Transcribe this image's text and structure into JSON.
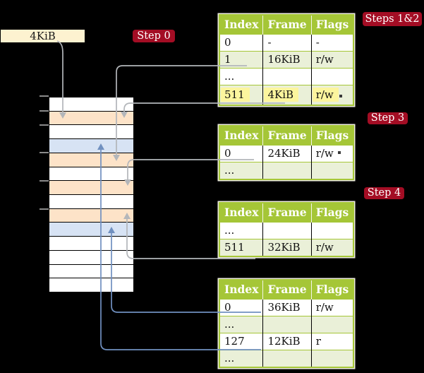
{
  "frame_label": {
    "text": "4KiB"
  },
  "badges": {
    "step0": "Step 0",
    "steps12": "Steps 1&2",
    "step3": "Step 3",
    "step4": "Step 4"
  },
  "colors": {
    "background": "#000000",
    "table_header_bg": "#a5c637",
    "table_border": "#a5c637",
    "table_alt_row_bg": "#eaf0d8",
    "highlight_bg": "#fcf59e",
    "badge_bg": "#a30d24",
    "badge_text": "#ffffff",
    "frame_label_bg": "#fdf2d0",
    "memory_orange_row": "#fde3c8",
    "memory_blue_row": "#d7e3f4",
    "arrow_gray": "#b3b6ba",
    "arrow_blue": "#7090c0"
  },
  "memory": {
    "rows": [
      "white",
      "orange",
      "white",
      "blue",
      "orange",
      "white",
      "orange",
      "white",
      "orange",
      "blue",
      "white",
      "white",
      "white",
      "white"
    ],
    "tick_ys": [
      135,
      156,
      176,
      215,
      255,
      295
    ]
  },
  "tables": [
    {
      "name": "page-table-steps-1-2",
      "headers": [
        "Index",
        "Frame",
        "Flags"
      ],
      "rows": [
        {
          "cells": [
            "0",
            "-",
            "-"
          ],
          "highlight": false
        },
        {
          "cells": [
            "1",
            "16KiB",
            "r/w"
          ],
          "highlight": false
        },
        {
          "cells": [
            "...",
            "",
            ""
          ],
          "highlight": false
        },
        {
          "cells": [
            "511",
            "4KiB",
            "r/w"
          ],
          "highlight": true
        }
      ]
    },
    {
      "name": "page-table-step-3",
      "headers": [
        "Index",
        "Frame",
        "Flags"
      ],
      "rows": [
        {
          "cells": [
            "0",
            "24KiB",
            "r/w"
          ],
          "highlight": false
        },
        {
          "cells": [
            "...",
            "",
            ""
          ],
          "highlight": false
        }
      ]
    },
    {
      "name": "page-table-step-4",
      "headers": [
        "Index",
        "Frame",
        "Flags"
      ],
      "rows": [
        {
          "cells": [
            "...",
            "",
            ""
          ],
          "highlight": false
        },
        {
          "cells": [
            "511",
            "32KiB",
            "r/w"
          ],
          "highlight": false
        }
      ]
    },
    {
      "name": "page-table-final",
      "headers": [
        "Index",
        "Frame",
        "Flags"
      ],
      "rows": [
        {
          "cells": [
            "0",
            "36KiB",
            "r/w"
          ],
          "highlight": false
        },
        {
          "cells": [
            "...",
            "",
            ""
          ],
          "highlight": false
        },
        {
          "cells": [
            "127",
            "12KiB",
            "r"
          ],
          "highlight": false
        },
        {
          "cells": [
            "...",
            "",
            ""
          ],
          "highlight": false
        }
      ]
    }
  ]
}
